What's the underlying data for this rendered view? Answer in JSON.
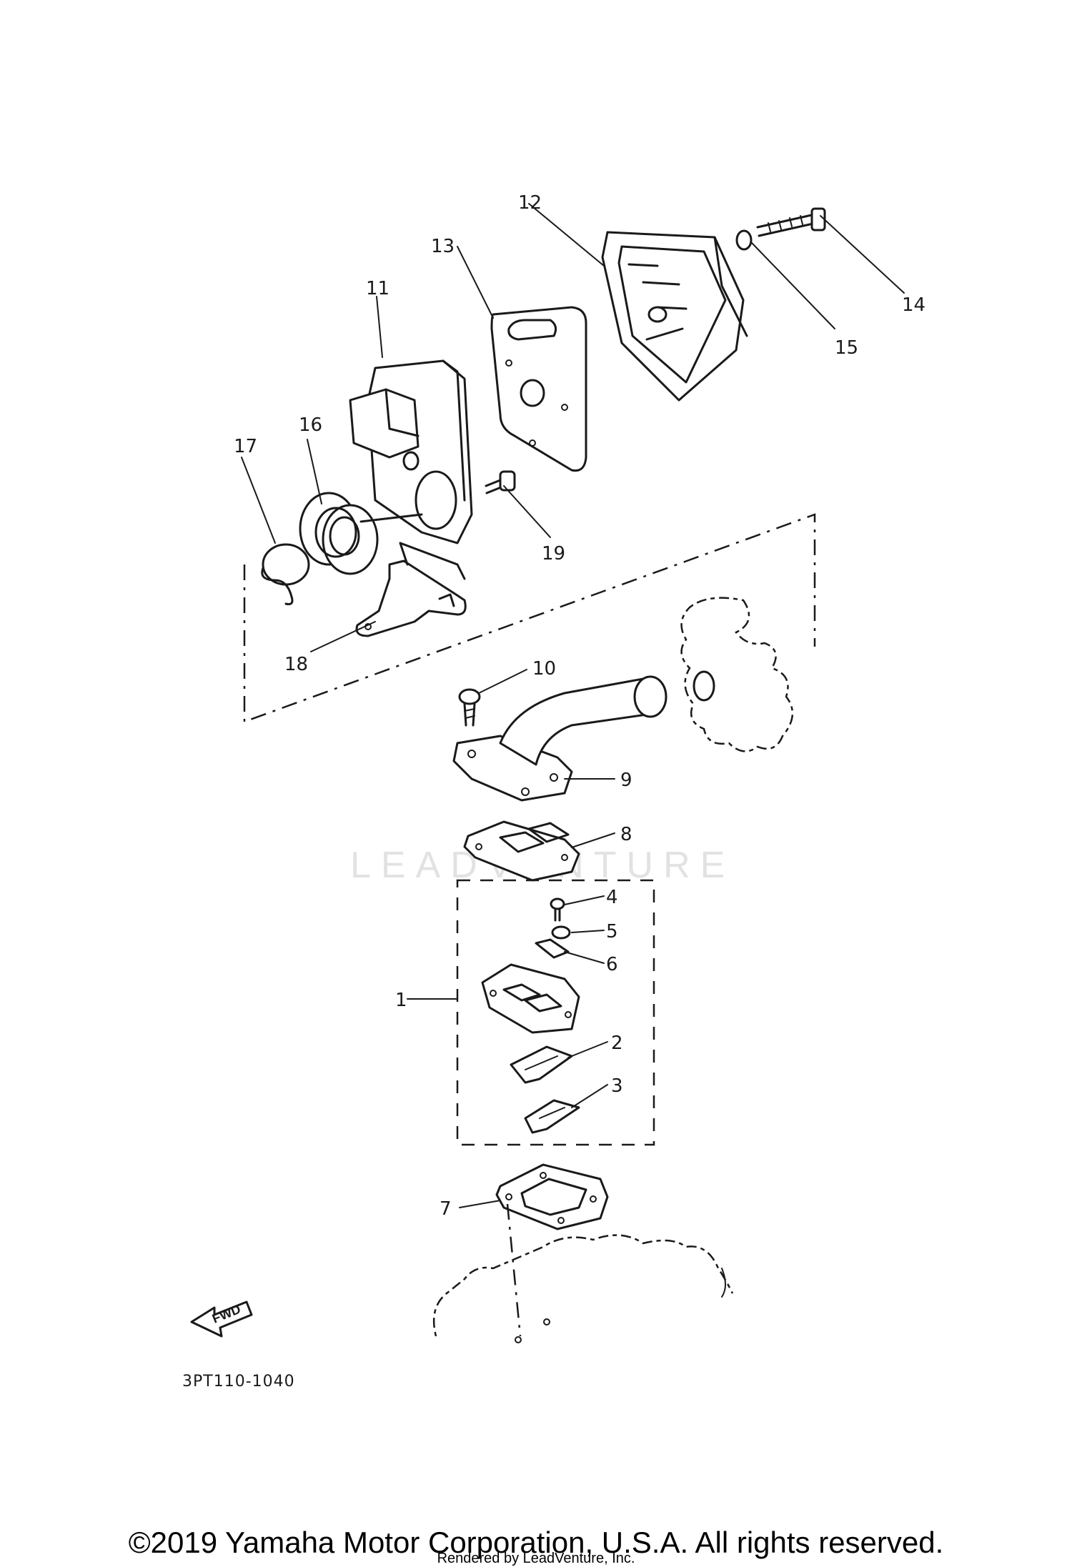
{
  "diagram": {
    "callouts": [
      "1",
      "2",
      "3",
      "4",
      "5",
      "6",
      "7",
      "8",
      "9",
      "10",
      "11",
      "12",
      "13",
      "14",
      "15",
      "16",
      "17",
      "18",
      "19"
    ],
    "diagram_code": "3PT110-1040",
    "fwd_label": "FWD",
    "watermark": "LEADVENTURE"
  },
  "footer": {
    "copyright": "©2019 Yamaha Motor Corporation, U.S.A. All rights reserved.",
    "rendered_by": "Rendered by LeadVenture, Inc."
  }
}
